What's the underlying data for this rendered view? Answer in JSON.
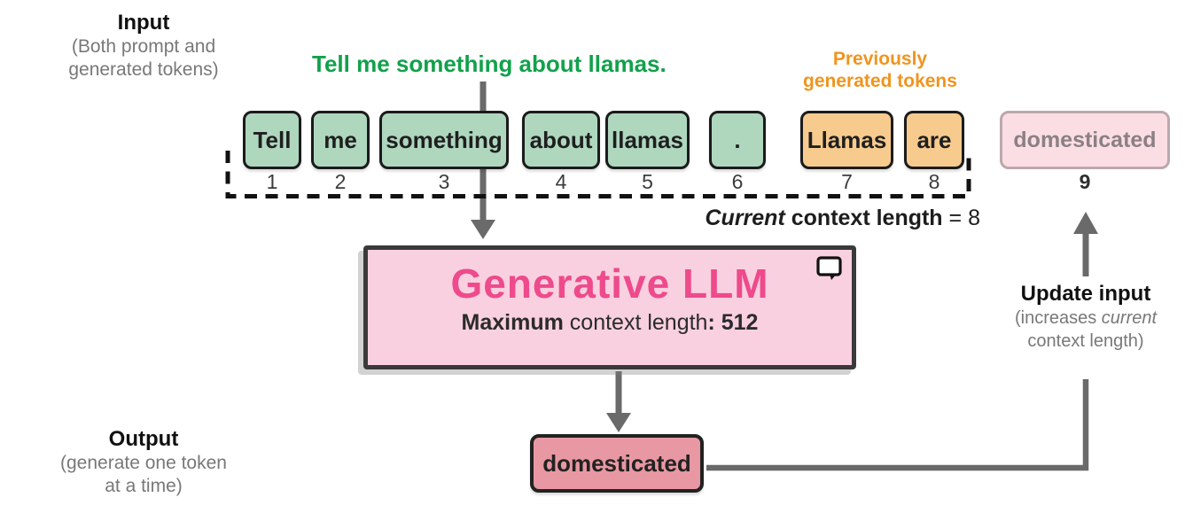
{
  "colors": {
    "prompt_green": "#12a14b",
    "generated_orange": "#f0941e",
    "token_prompt_fill": "#aed7be",
    "token_generated_fill": "#f7cb8e",
    "token_pending_fill": "#fbdee3",
    "token_pending_border": "#bba8ad",
    "llm_box_fill": "#f9d0df",
    "llm_title_pink": "#ee4a8c",
    "output_token_fill": "#e898a2",
    "arrow_gray": "#6a6a6a"
  },
  "input_label": {
    "title": "Input",
    "sub_line1": "(Both prompt and",
    "sub_line2": "generated tokens)"
  },
  "prompt_text": "Tell me something about llamas.",
  "prev_generated_label": {
    "line1": "Previously",
    "line2": "generated tokens"
  },
  "tokens": [
    {
      "label": "Tell",
      "num": "1",
      "type": "prompt"
    },
    {
      "label": "me",
      "num": "2",
      "type": "prompt"
    },
    {
      "label": "something",
      "num": "3",
      "type": "prompt"
    },
    {
      "label": "about",
      "num": "4",
      "type": "prompt"
    },
    {
      "label": "llamas",
      "num": "5",
      "type": "prompt"
    },
    {
      "label": ".",
      "num": "6",
      "type": "prompt"
    },
    {
      "label": "Llamas",
      "num": "7",
      "type": "generated"
    },
    {
      "label": "are",
      "num": "8",
      "type": "generated"
    },
    {
      "label": "domesticated",
      "num": "9",
      "type": "pending"
    }
  ],
  "current_context": {
    "italic_word": "Current",
    "rest": " context length",
    "equals": " = 8"
  },
  "llm_box": {
    "title": "Generative LLM",
    "subtitle_bold": "Maximum",
    "subtitle_regular": " context length",
    "subtitle_value": ": 512"
  },
  "output_label": {
    "title": "Output",
    "sub_line1": "(generate one token",
    "sub_line2": "at a time)"
  },
  "output_token": "domesticated",
  "update_label": {
    "title": "Update input",
    "sub_pre": "(increases ",
    "sub_italic": "current",
    "sub_line2": "context length)"
  }
}
